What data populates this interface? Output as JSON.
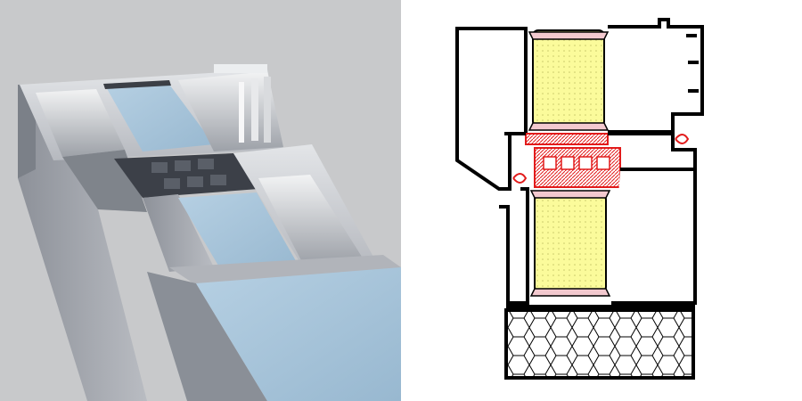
{
  "figure": {
    "panels": [
      {
        "id": "render",
        "kind": "3d-cutaway-render"
      },
      {
        "id": "section",
        "kind": "cad-cross-section"
      }
    ]
  },
  "colors": {
    "render_background": "#c8c9cb",
    "aluminium_light": "#c9ccd1",
    "aluminium_mid": "#a3a7ae",
    "aluminium_dark": "#6f747c",
    "glass_blue": "#a9c6dc",
    "thermal_break_dark": "#3c4048",
    "cad_outline": "#000000",
    "cad_insulation_yellow": "#fbfb9b",
    "cad_gasket_red": "#e21b1b",
    "cad_spacer_pink": "#f3c9cf",
    "cad_hatch_fill": "#ffffff"
  },
  "components": [
    {
      "name": "outer-frame-profile"
    },
    {
      "name": "upper-insulated-panel"
    },
    {
      "name": "polyamide-thermal-break"
    },
    {
      "name": "lower-insulated-panel"
    },
    {
      "name": "transom-gaskets"
    },
    {
      "name": "base-honeycomb-infill"
    }
  ]
}
